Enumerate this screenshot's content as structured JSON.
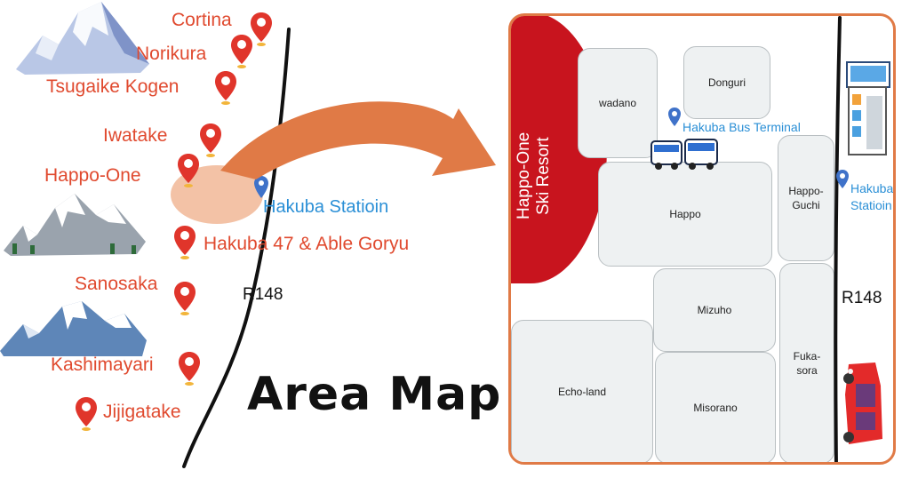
{
  "title": "Area Map",
  "colors": {
    "resort_text": "#e04a2f",
    "station_text": "#2a8fd6",
    "pin_red": "#e0352b",
    "pin_blue": "#3f72c9",
    "arrow": "#e07a46",
    "ski_area": "#c8141e",
    "map_border": "#e07a46",
    "block_fill": "#eef1f2"
  },
  "resorts": [
    {
      "label": "Cortina"
    },
    {
      "label": "Norikura"
    },
    {
      "label": "Tsugaike Kogen"
    },
    {
      "label": "Iwatake"
    },
    {
      "label": "Happo-One"
    },
    {
      "label": "Hakuba 47 & Able Goryu"
    },
    {
      "label": "Sanosaka"
    },
    {
      "label": "Kashimayari"
    },
    {
      "label": "Jijigatake"
    }
  ],
  "station": {
    "label": "Hakuba Statioin"
  },
  "road": {
    "label": "R148"
  },
  "area_map": {
    "ski_resort": {
      "line1": "Happo-One",
      "line2": "Ski Resort"
    },
    "bus_terminal": {
      "label": "Hakuba  Bus Terminal"
    },
    "station": {
      "line1": "Hakuba",
      "line2": "Statioin"
    },
    "road": {
      "label": "R148"
    },
    "blocks": [
      {
        "label": "wadano"
      },
      {
        "label": "Donguri"
      },
      {
        "label": "Happo"
      },
      {
        "line1": "Happo-",
        "line2": "Guchi"
      },
      {
        "label": "Mizuho"
      },
      {
        "label": "Echo-land"
      },
      {
        "label": "Misorano"
      },
      {
        "line1": "Fuka-",
        "line2": "sora"
      }
    ]
  },
  "icons": [
    "map-pin-icon",
    "mountain-icon",
    "curved-arrow-icon",
    "bus-icon",
    "train-icon",
    "car-icon"
  ]
}
